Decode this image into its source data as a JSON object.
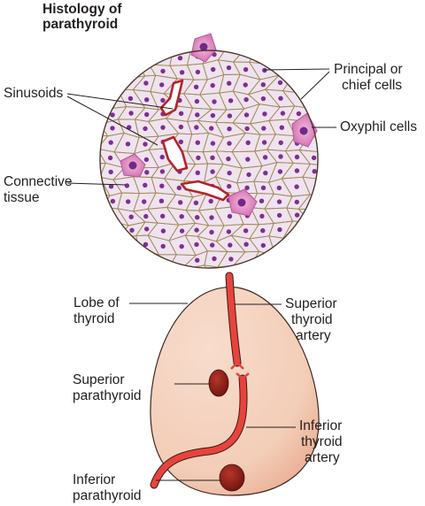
{
  "title": {
    "line1": "Histology of",
    "line2": "parathyroid"
  },
  "labels": {
    "sinusoids": "Sinusoids",
    "principal_line1": "Principal or",
    "principal_line2": "chief cells",
    "oxyphil": "Oxyphil cells",
    "connective_line1": "Connective",
    "connective_line2": "tissue",
    "lobe_line1": "Lobe of",
    "lobe_line2": "thyroid",
    "sup_artery_line1": "Superior",
    "sup_artery_line2": "thyroid",
    "sup_artery_line3": "artery",
    "sup_para_line1": "Superior",
    "sup_para_line2": "parathyroid",
    "inf_artery_line1": "Inferior",
    "inf_artery_line2": "thyroid",
    "inf_artery_line3": "artery",
    "inf_para_line1": "Inferior",
    "inf_para_line2": "parathyroid"
  },
  "colors": {
    "tissue_fill": "#efe3ef",
    "cell_border": "#a38a58",
    "nucleus": "#7e2f8f",
    "oxyphil_fill": "#dd78bb",
    "oxyphil_nucleus": "#6f2a86",
    "sinusoid": "#b3242a",
    "thyroid_fill": "#f6d5c3",
    "artery": "#e8433d",
    "parathyroid": "#8a1c16",
    "leader_line": "#231f20"
  }
}
